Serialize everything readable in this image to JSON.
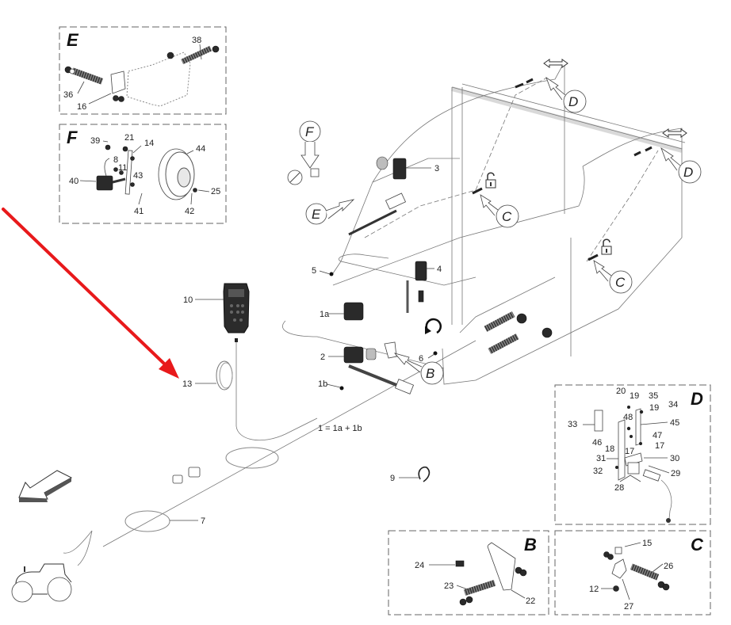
{
  "diagram": {
    "title": "Electrical control system parts diagram",
    "formula_note": "1 = 1a + 1b",
    "highlight_arrow": {
      "color": "#e8191b",
      "points_to": "13"
    },
    "main_callouts": {
      "c10": "10",
      "c13": "13",
      "c1a": "1a",
      "c1b": "1b",
      "c2": "2",
      "c3": "3",
      "c4": "4",
      "c5": "5",
      "c6": "6",
      "c7": "7",
      "c9": "9"
    },
    "bubbles": {
      "F": "F",
      "E": "E",
      "B": "B",
      "C1": "C",
      "C2": "C",
      "D1": "D",
      "D2": "D"
    },
    "detail_E": {
      "title": "E",
      "callouts": {
        "c36": "36",
        "c16": "16",
        "c38": "38"
      }
    },
    "detail_F": {
      "title": "F",
      "callouts": {
        "c39": "39",
        "c21": "21",
        "c14": "14",
        "c8": "8",
        "c11": "11",
        "c40": "40",
        "c43": "43",
        "c41": "41",
        "c44": "44",
        "c25": "25",
        "c42": "42"
      }
    },
    "detail_D": {
      "title": "D",
      "callouts": {
        "c20": "20",
        "c19a": "19",
        "c35": "35",
        "c19b": "19",
        "c34": "34",
        "c33": "33",
        "c48": "48",
        "c45": "45",
        "c46": "46",
        "c47": "47",
        "c18": "18",
        "c17a": "17",
        "c17b": "17",
        "c31": "31",
        "c30": "30",
        "c32": "32",
        "c29": "29",
        "c28": "28"
      }
    },
    "detail_B": {
      "title": "B",
      "callouts": {
        "c24": "24",
        "c23": "23",
        "c22": "22"
      }
    },
    "detail_C": {
      "title": "C",
      "callouts": {
        "c15": "15",
        "c26": "26",
        "c12": "12",
        "c27": "27"
      }
    }
  }
}
